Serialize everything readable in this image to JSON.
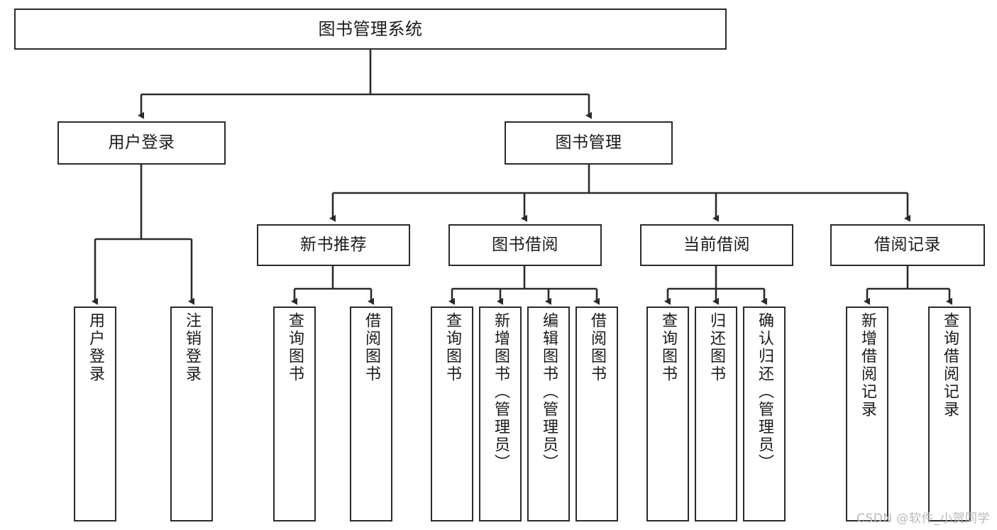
{
  "diagram": {
    "title": "图书管理系统",
    "type": "tree-hierarchy-chart",
    "watermark": "CSDN @软件_小贺同学",
    "colors": {
      "node_border": "#2b2b2b",
      "node_fill": "#ffffff",
      "edge": "#2b2b2b",
      "text": "#1b1b1b",
      "watermark": "#b9b9b9",
      "background": "#ffffff"
    },
    "levels": {
      "root": "图书管理系统",
      "branches": [
        "用户登录",
        "图书管理"
      ],
      "subbranches": [
        "新书推荐",
        "图书借阅",
        "当前借阅",
        "借阅记录"
      ]
    },
    "nodes": {
      "root": {
        "label": "图书管理系统"
      },
      "user_login": {
        "label": "用户登录"
      },
      "book_manage": {
        "label": "图书管理"
      },
      "new_book_rec": {
        "label": "新书推荐"
      },
      "book_borrow": {
        "label": "图书借阅"
      },
      "current_borrow": {
        "label": "当前借阅"
      },
      "borrow_record": {
        "label": "借阅记录"
      },
      "leaf_user_login": {
        "label": "用户登录"
      },
      "leaf_user_logout": {
        "label": "注销登录"
      },
      "leaf_rec_query": {
        "label": "查询图书"
      },
      "leaf_rec_borrow": {
        "label": "借阅图书"
      },
      "leaf_borrow_query": {
        "label": "查询图书"
      },
      "leaf_borrow_add": {
        "label": "新增图书（管理员）"
      },
      "leaf_borrow_edit": {
        "label": "编辑图书（管理员）"
      },
      "leaf_borrow_do": {
        "label": "借阅图书"
      },
      "leaf_cur_query": {
        "label": "查询图书"
      },
      "leaf_cur_return": {
        "label": "归还图书"
      },
      "leaf_cur_confirm": {
        "label": "确认归还（管理员）"
      },
      "leaf_rec_add": {
        "label": "新增借阅记录"
      },
      "leaf_rec_search": {
        "label": "查询借阅记录"
      }
    }
  }
}
